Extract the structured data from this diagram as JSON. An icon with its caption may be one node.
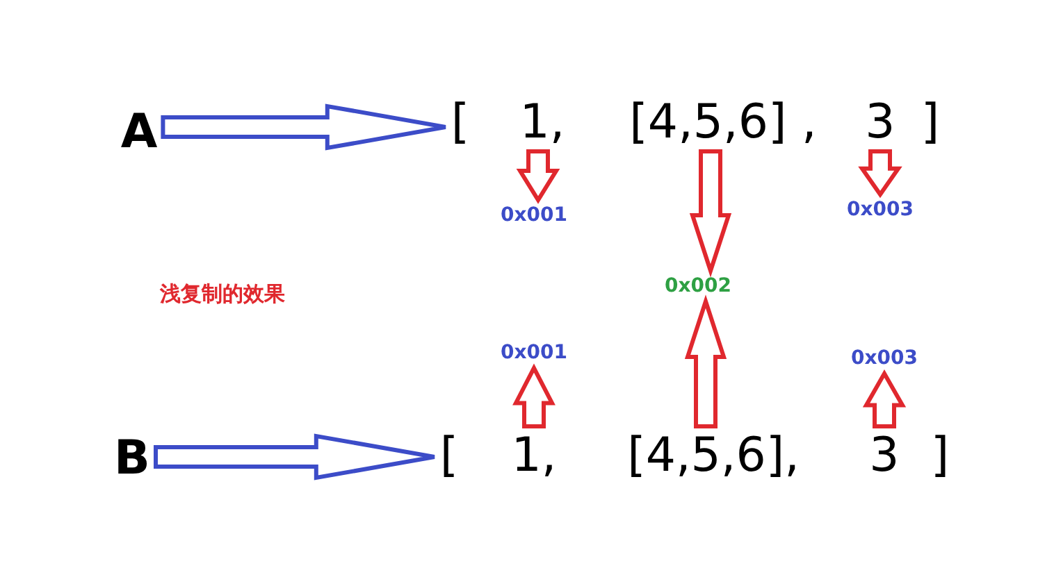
{
  "diagram": {
    "nodes": [
      {
        "text": [
          "A"
        ]
      },
      {
        "text": [
          "["
        ]
      },
      {
        "text": [
          "1,"
        ]
      },
      {
        "text": [
          "[4,5,6] ,"
        ]
      },
      {
        "text": [
          "3"
        ]
      },
      {
        "text": [
          "]"
        ]
      },
      {
        "text": [
          "0x001"
        ]
      },
      {
        "text": [
          "0x003"
        ]
      },
      {
        "text": [
          "0x002"
        ]
      },
      {
        "text": [
          "0x001"
        ]
      },
      {
        "text": [
          "0x003"
        ]
      },
      {
        "text": [
          "B"
        ]
      },
      {
        "text": [
          "["
        ]
      },
      {
        "text": [
          "1,"
        ]
      },
      {
        "text": [
          "[4,5,6],"
        ]
      },
      {
        "text": [
          "3"
        ]
      },
      {
        "text": [
          "]"
        ]
      }
    ],
    "edges": [
      {
        "from": 0,
        "to": 1,
        "arrow": "to",
        "color": "#3c4cc8"
      },
      {
        "from": 2,
        "to": 6,
        "arrow": "to"
      },
      {
        "from": 3,
        "to": 8,
        "arrow": "to"
      },
      {
        "from": 4,
        "to": 7,
        "arrow": "to"
      },
      {
        "from": 11,
        "to": 12,
        "arrow": "to",
        "color": "#3c4cc8"
      },
      {
        "from": 13,
        "to": 9,
        "arrow": "to"
      },
      {
        "from": 14,
        "to": 8,
        "arrow": "to"
      },
      {
        "from": 15,
        "to": 10,
        "arrow": "to"
      }
    ],
    "labels": [
      "浅复制的效果"
    ]
  }
}
